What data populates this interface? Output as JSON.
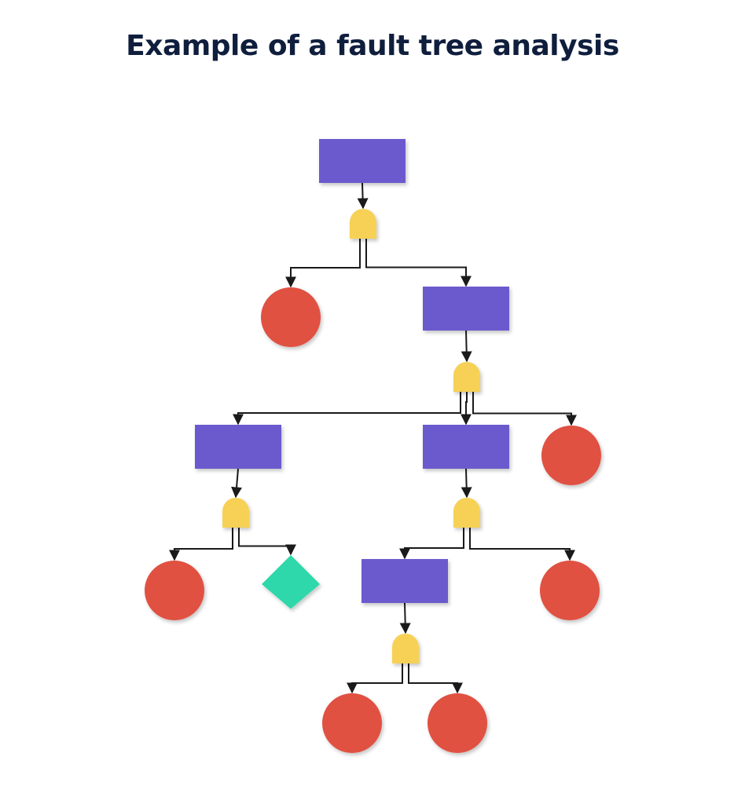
{
  "title": "Example of a fault tree analysis",
  "colors": {
    "title": "#0f1e3d",
    "event_box": "#6a5acd",
    "gate": "#f7d154",
    "basic_event": "#e05142",
    "undeveloped_event": "#2ed8aa",
    "connector": "#1a1a1a"
  },
  "nodes": [
    {
      "id": "top",
      "kind": "event-box"
    },
    {
      "id": "g1",
      "kind": "and-gate"
    },
    {
      "id": "c1",
      "kind": "basic-event"
    },
    {
      "id": "e2",
      "kind": "event-box"
    },
    {
      "id": "g2",
      "kind": "and-gate"
    },
    {
      "id": "e3",
      "kind": "event-box"
    },
    {
      "id": "e4",
      "kind": "event-box"
    },
    {
      "id": "c2",
      "kind": "basic-event"
    },
    {
      "id": "g3",
      "kind": "and-gate"
    },
    {
      "id": "g4",
      "kind": "and-gate"
    },
    {
      "id": "c3",
      "kind": "basic-event"
    },
    {
      "id": "d1",
      "kind": "undeveloped-event"
    },
    {
      "id": "e5",
      "kind": "event-box"
    },
    {
      "id": "c4",
      "kind": "basic-event"
    },
    {
      "id": "g5",
      "kind": "and-gate"
    },
    {
      "id": "c5",
      "kind": "basic-event"
    },
    {
      "id": "c6",
      "kind": "basic-event"
    }
  ],
  "edges": [
    [
      "top",
      "g1"
    ],
    [
      "g1",
      "c1"
    ],
    [
      "g1",
      "e2"
    ],
    [
      "e2",
      "g2"
    ],
    [
      "g2",
      "e3"
    ],
    [
      "g2",
      "e4"
    ],
    [
      "g2",
      "c2"
    ],
    [
      "e3",
      "g3"
    ],
    [
      "g3",
      "c3"
    ],
    [
      "g3",
      "d1"
    ],
    [
      "e4",
      "g4"
    ],
    [
      "g4",
      "e5"
    ],
    [
      "g4",
      "c4"
    ],
    [
      "e5",
      "g5"
    ],
    [
      "g5",
      "c5"
    ],
    [
      "g5",
      "c6"
    ]
  ]
}
